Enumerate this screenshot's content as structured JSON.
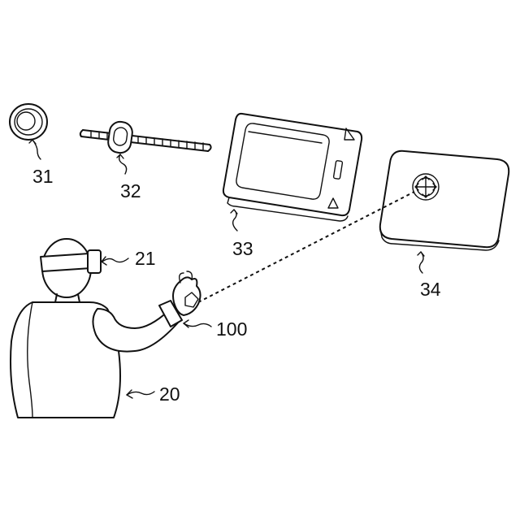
{
  "labels": {
    "ring": "31",
    "wand": "32",
    "phone_device": "33",
    "pad_device": "34",
    "headset": "21",
    "wrist_device": "100",
    "user": "20"
  }
}
